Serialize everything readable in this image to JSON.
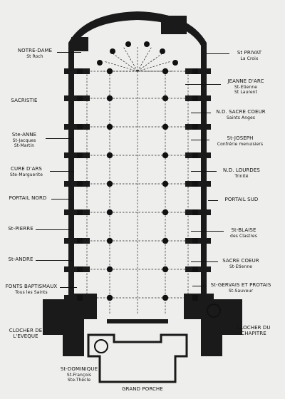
{
  "labels_left": [
    {
      "lines": [
        "NOTRE-DAME",
        "St Roch"
      ]
    },
    {
      "lines": [
        "SACRISTIE"
      ]
    },
    {
      "lines": [
        "Ste-ANNE",
        "St-Jacques",
        "St-Martin"
      ]
    },
    {
      "lines": [
        "CURE D'ARS",
        "Ste-Marguerite"
      ]
    },
    {
      "lines": [
        "PORTAIL NORD"
      ]
    },
    {
      "lines": [
        "St-PIERRE"
      ]
    },
    {
      "lines": [
        "St-ANDRE"
      ]
    },
    {
      "lines": [
        "FONTS BAPTISMAUX",
        "Tous les Saints"
      ]
    },
    {
      "lines": [
        "CLOCHER DE",
        "L'EVEQUE"
      ]
    },
    {
      "lines": [
        "St-DOMINIQUE",
        "St-François",
        "Ste-Thècle"
      ]
    }
  ],
  "labels_right": [
    {
      "lines": [
        "St PRIVAT",
        "La Croix"
      ]
    },
    {
      "lines": [
        "JEANNE D'ARC",
        "St-Etienne",
        "St Laurent"
      ]
    },
    {
      "lines": [
        "N.D. SACRE COEUR",
        "Saints Anges"
      ]
    },
    {
      "lines": [
        "St-JOSEPH",
        "Confrérie menuisiers"
      ]
    },
    {
      "lines": [
        "N.D. LOURDES",
        "Trinité"
      ]
    },
    {
      "lines": [
        "PORTAIL SUD"
      ]
    },
    {
      "lines": [
        "St-BLAISE",
        "des Clastres"
      ]
    },
    {
      "lines": [
        "SACRE COEUR",
        "St-Etienne"
      ]
    },
    {
      "lines": [
        "St-GERVAIS ET PROTAIS",
        "St-Sauveur"
      ]
    },
    {
      "lines": [
        "CLOCHER DU",
        "CHAPITRE"
      ]
    }
  ],
  "labels_bottom": [
    {
      "lines": [
        "GRAND PORCHE"
      ]
    }
  ]
}
